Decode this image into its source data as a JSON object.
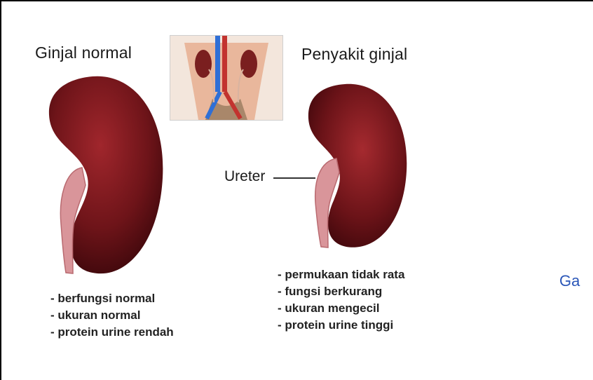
{
  "normal": {
    "title": "Ginjal normal",
    "features": [
      "berfungsi normal",
      "ukuran normal",
      "protein urine rendah"
    ]
  },
  "disease": {
    "title": "Penyakit ginjal",
    "callout": "Ureter",
    "features": [
      "permukaan tidak rata",
      "fungsi berkurang",
      "ukuran mengecil",
      "protein urine tinggi"
    ]
  },
  "edge_text": "Ga",
  "colors": {
    "kidney_dark": "#5a0f14",
    "kidney_mid": "#8a1c22",
    "ureter": "#d9959a",
    "edge_text": "#2a56b8"
  }
}
